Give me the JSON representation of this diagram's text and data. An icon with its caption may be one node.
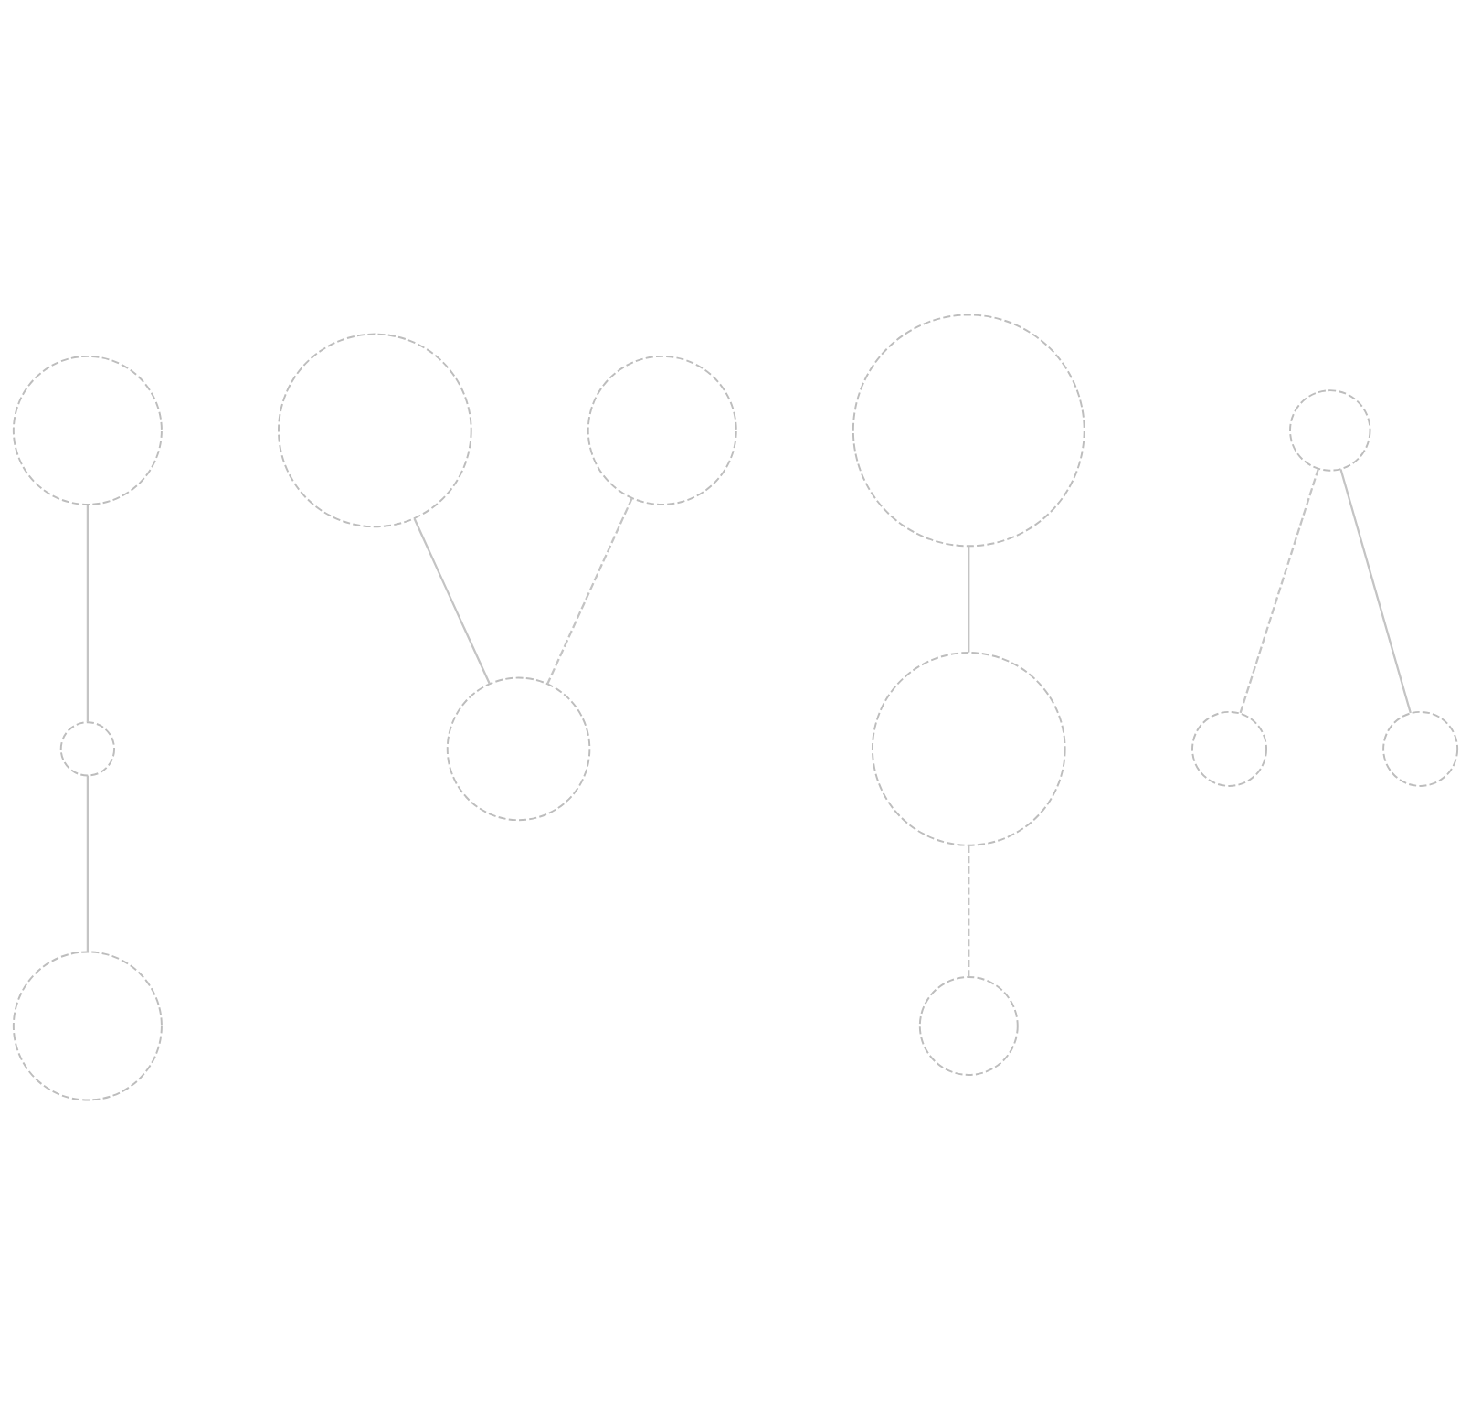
{
  "diagram": {
    "nodes": [
      {
        "text": [],
        "shape": "circle"
      },
      {
        "text": [],
        "shape": "circle"
      },
      {
        "text": [],
        "shape": "circle"
      },
      {
        "text": [],
        "shape": "circle"
      },
      {
        "text": [],
        "shape": "circle"
      },
      {
        "text": [],
        "shape": "circle"
      },
      {
        "text": [],
        "shape": "circle"
      },
      {
        "text": [],
        "shape": "circle"
      },
      {
        "text": [],
        "shape": "circle"
      },
      {
        "text": [],
        "shape": "circle"
      },
      {
        "text": [],
        "shape": "circle"
      },
      {
        "text": [],
        "shape": "circle"
      }
    ],
    "edges": [
      {
        "from": 0,
        "to": 6,
        "arrow": "none"
      },
      {
        "from": 1,
        "to": 3,
        "arrow": "none"
      },
      {
        "from": 2,
        "to": 3,
        "arrow": "none",
        "style": "dashed"
      },
      {
        "from": 4,
        "to": 8,
        "arrow": "none"
      },
      {
        "from": 8,
        "to": 5,
        "arrow": "none",
        "style": "dashed"
      },
      {
        "from": 6,
        "to": 7,
        "arrow": "none"
      },
      {
        "from": 9,
        "to": 10,
        "arrow": "none",
        "style": "dashed"
      },
      {
        "from": 9,
        "to": 11,
        "arrow": "none"
      }
    ]
  }
}
